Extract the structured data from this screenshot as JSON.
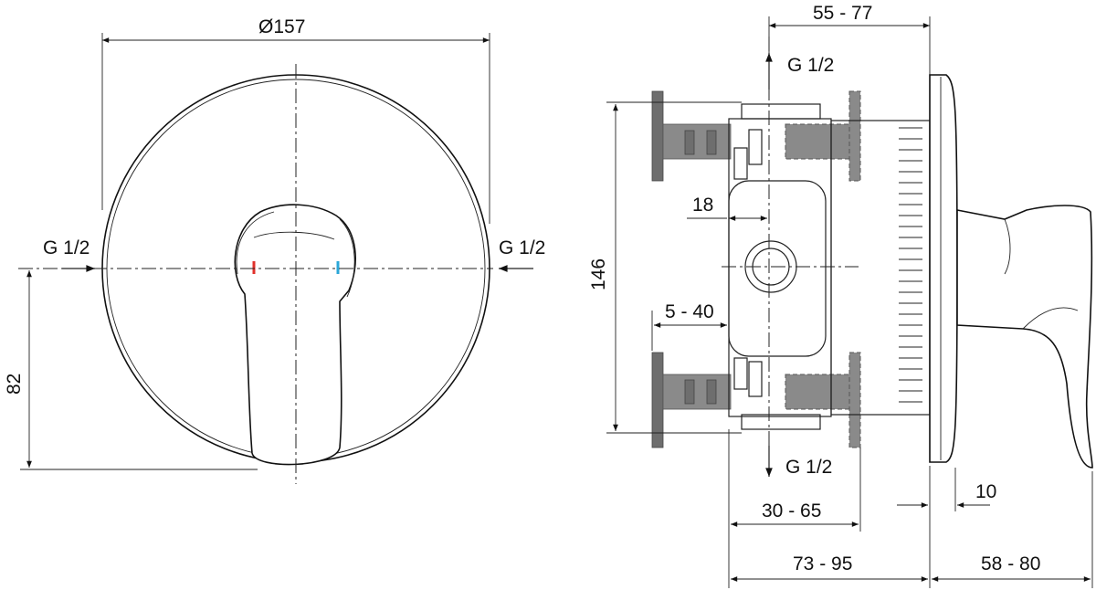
{
  "front_view": {
    "diameter_label": "Ø157",
    "inlet_left_label": "G 1/2",
    "inlet_right_label": "G 1/2",
    "height_label": "82",
    "hot_color": "#e0312b",
    "cold_color": "#2aa7d8"
  },
  "side_view": {
    "depth_top_label": "55 - 77",
    "outlet_top_label": "G 1/2",
    "outlet_bottom_label": "G 1/2",
    "height_label": "146",
    "wall_label": "18",
    "range_label": "5 - 40",
    "plaster_label": "30 - 65",
    "plate_label": "10",
    "body_depth_label": "73 - 95",
    "projection_label": "58 - 80"
  }
}
